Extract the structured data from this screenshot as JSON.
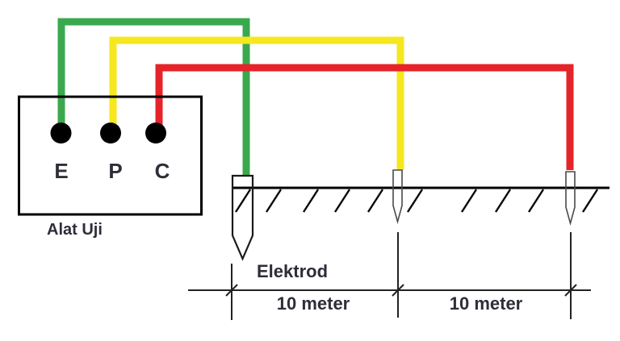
{
  "diagram": {
    "device": {
      "label": "Alat Uji",
      "terminals": [
        {
          "label": "E",
          "wire": "green-wire",
          "wire_color": "#3aa94d"
        },
        {
          "label": "P",
          "wire": "yellow-wire",
          "wire_color": "#f6e71f"
        },
        {
          "label": "C",
          "wire": "red-wire",
          "wire_color": "#e52429"
        }
      ]
    },
    "ground": {
      "electrode_label": "Elektrod",
      "electrode_count": 3
    },
    "spacings": [
      {
        "label": "10 meter"
      },
      {
        "label": "10 meter"
      }
    ],
    "colors": {
      "outline": "#000000",
      "label_text": "#2e2d38",
      "dimension": "#222222",
      "electrode_outline": "#4a4a4a"
    }
  }
}
